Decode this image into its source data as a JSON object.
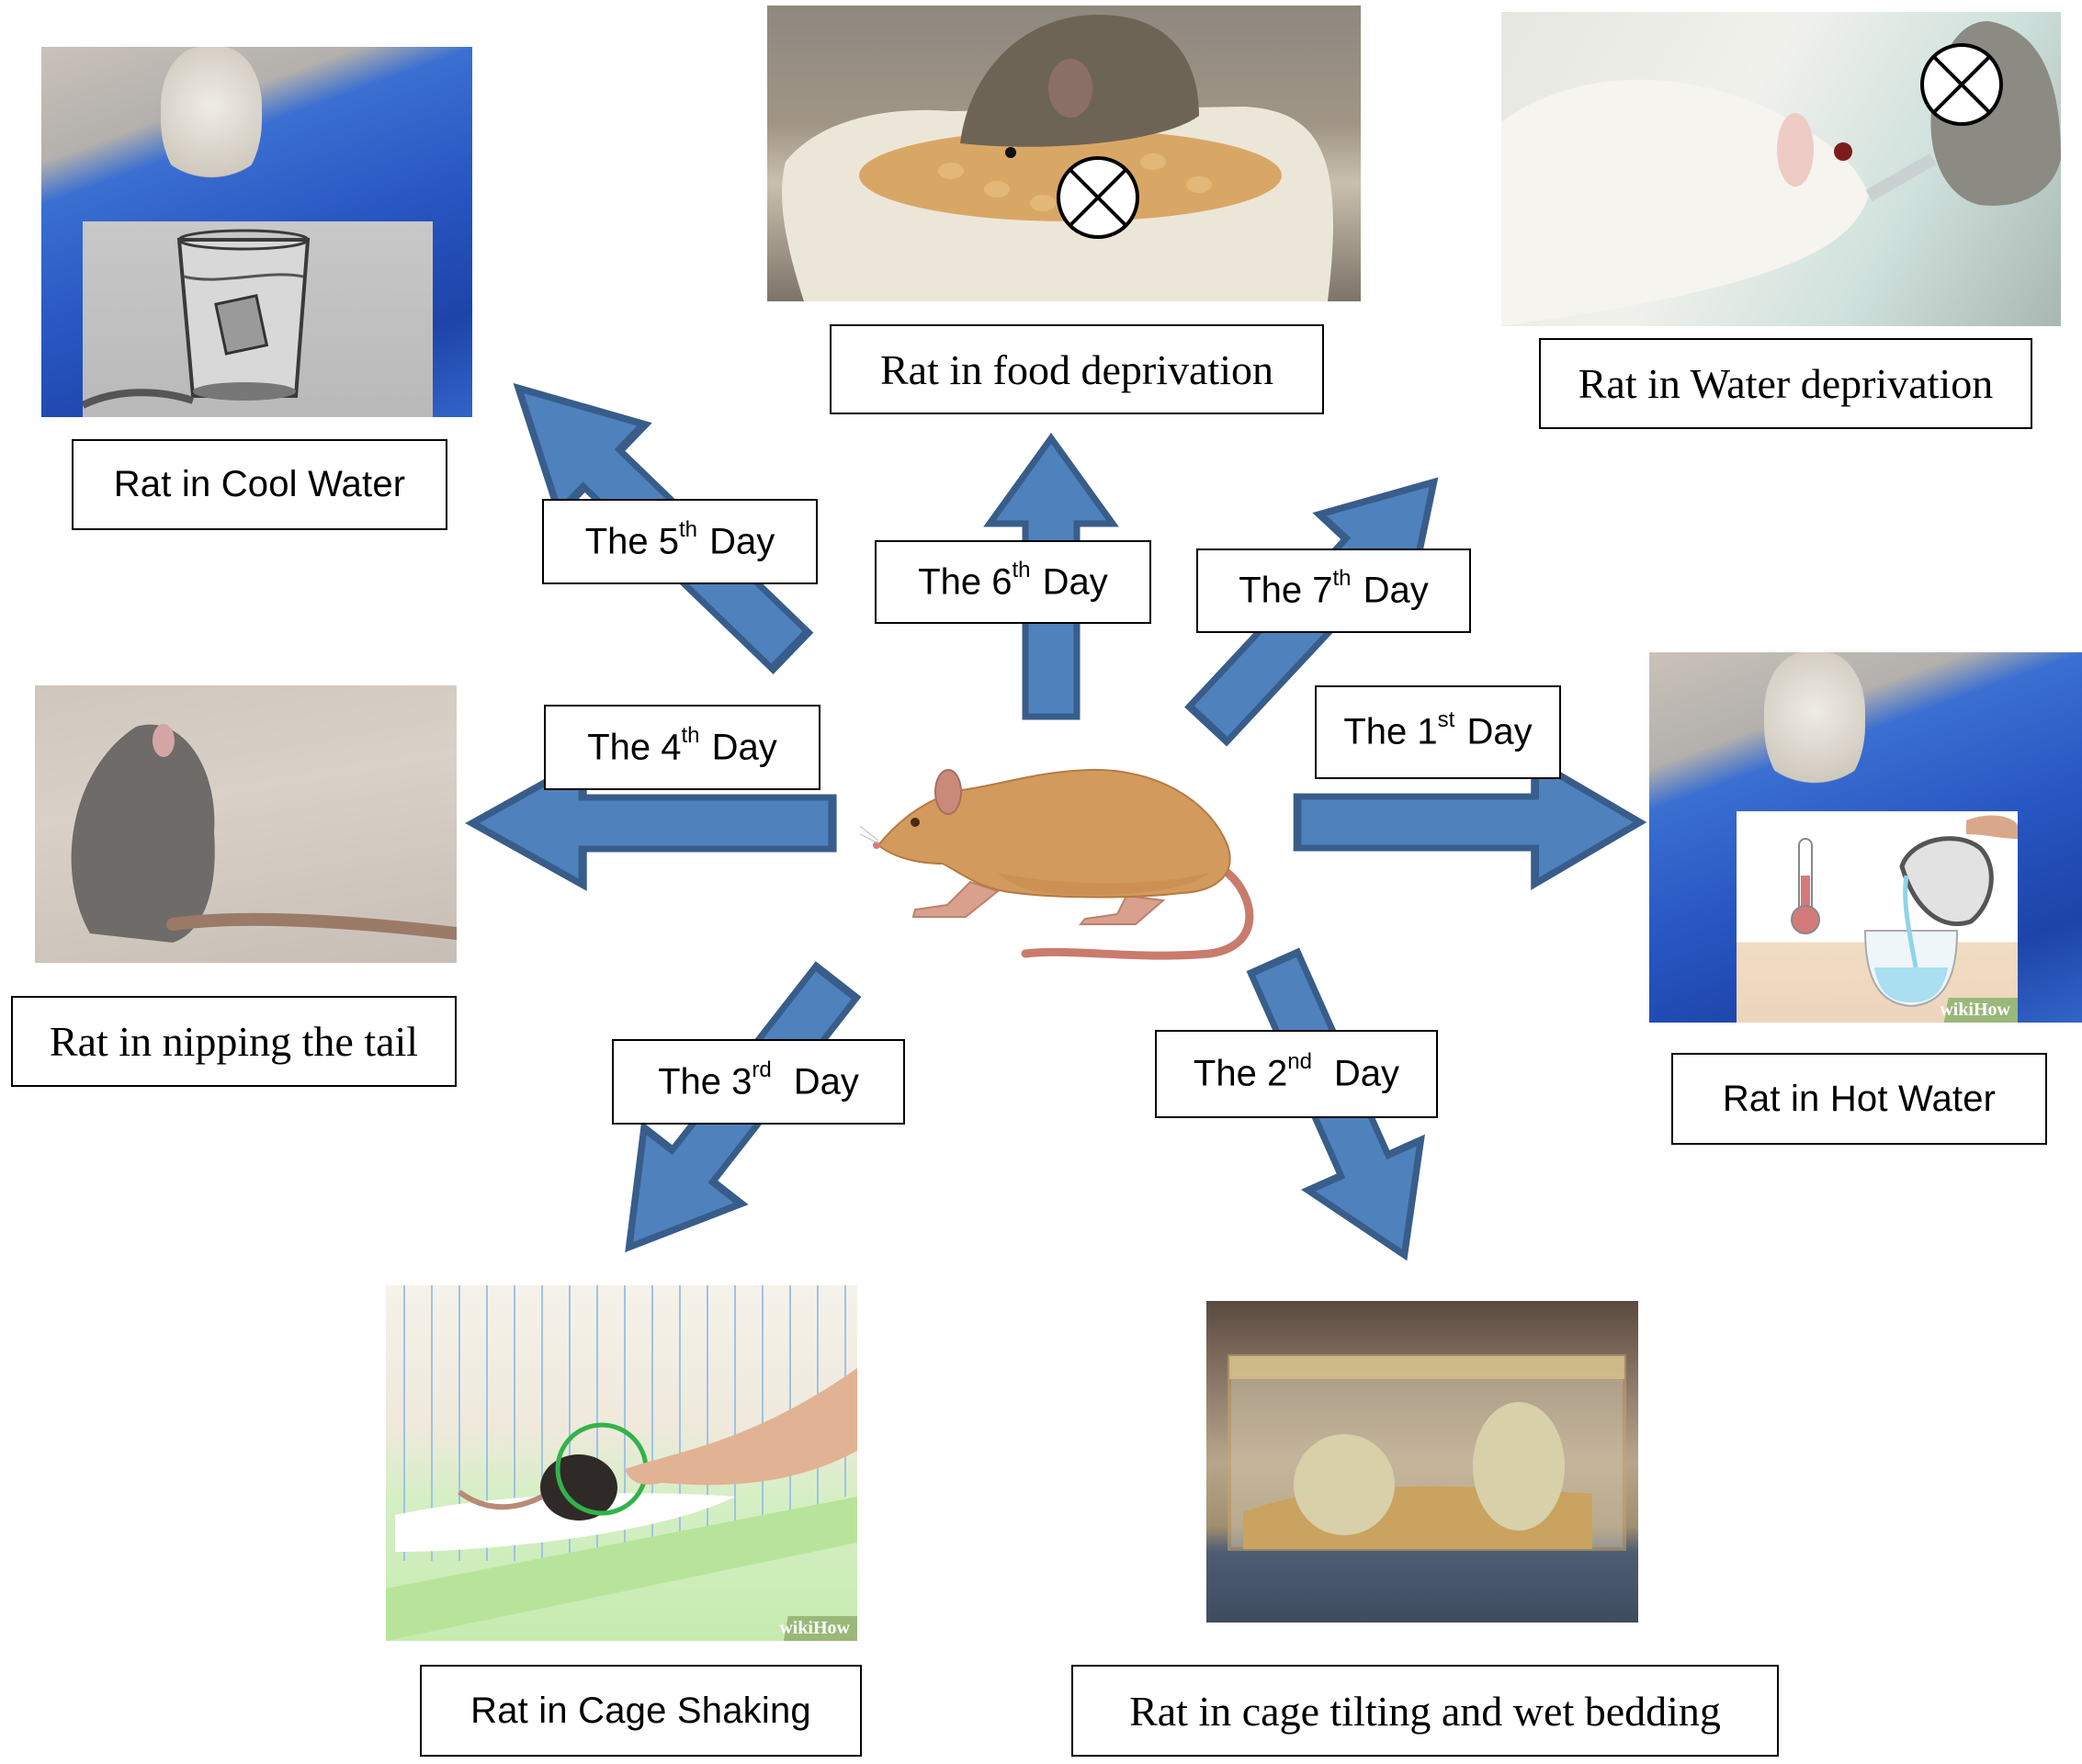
{
  "figure": {
    "title": "Chronic unpredictable stress protocol – 7-day schedule",
    "center": {
      "subject": "rat",
      "icon": "rat-illustration-icon"
    },
    "colors": {
      "arrow_fill": "#4f81bd",
      "arrow_border": "#385d8a",
      "box_border": "#000000",
      "rat_body": "#d39a5e",
      "rat_tail": "#c97b6c"
    },
    "steps": [
      {
        "day_number": "1",
        "day_prefix": "The ",
        "day_suffix": "st",
        "day_word": "Day",
        "direction": "right",
        "caption": "Rat in Hot Water",
        "image": "rat-over-hot-water-photo",
        "inset": "kettle-pouring-hot-water-illustration",
        "watermark": "wikiHow"
      },
      {
        "day_number": "2",
        "day_prefix": "The ",
        "day_suffix": "nd",
        "day_word": "Day",
        "direction": "down-right",
        "caption": "Rat in cage tilting and wet bedding",
        "image": "rats-in-tilted-cage-photo"
      },
      {
        "day_number": "3",
        "day_prefix": "The ",
        "day_suffix": "rd",
        "day_word": "Day",
        "direction": "down-left",
        "caption": "Rat in Cage Shaking",
        "image": "hand-touching-rat-in-cage-illustration",
        "watermark": "wikiHow"
      },
      {
        "day_number": "4",
        "day_prefix": "The ",
        "day_suffix": "th",
        "day_word": "Day",
        "direction": "left",
        "caption": "Rat in nipping the tail",
        "image": "rat-standing-tail-photo"
      },
      {
        "day_number": "5",
        "day_prefix": "The ",
        "day_suffix": "th",
        "day_word": "Day",
        "direction": "up-left",
        "caption": "Rat in Cool Water",
        "image": "rat-over-cool-water-photo",
        "inset": "glass-of-ice-water-sketch"
      },
      {
        "day_number": "6",
        "day_prefix": "The ",
        "day_suffix": "th",
        "day_word": "Day",
        "direction": "up",
        "caption": "Rat in food deprivation",
        "image": "mouse-eating-grain-photo",
        "marker": "crossed-circle-icon"
      },
      {
        "day_number": "7",
        "day_prefix": "The ",
        "day_suffix": "th",
        "day_word": "Day",
        "direction": "up-right",
        "caption": "Rat in Water deprivation",
        "image": "rat-drinking-water-bottle-photo",
        "marker": "crossed-circle-icon"
      }
    ]
  }
}
